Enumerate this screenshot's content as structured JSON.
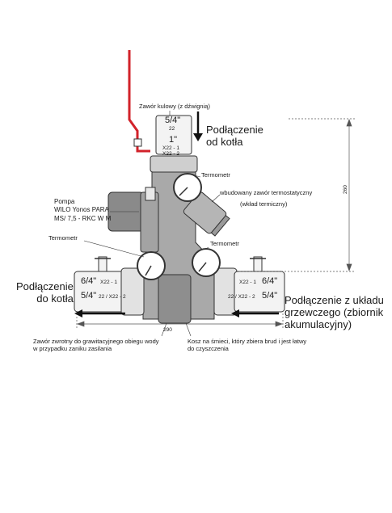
{
  "labels": {
    "ball_valve": "Zawór kulowy (z dźwignią)",
    "from_boiler": "Podłączenie\nod kotła",
    "thermometer_top": "Termometr",
    "thermostatic_valve_1": "wbudowany zawór termostatyczny",
    "thermostatic_valve_2": "(wkład termiczny)",
    "pump_1": "Pompa",
    "pump_2": "WILO Yonos PARA",
    "pump_3": "MS/ 7,5 - RKC W M",
    "thermometer_left": "Termometr",
    "thermometer_right": "Termometr",
    "to_boiler": "Podłączenie\ndo kotła",
    "from_system": "Podłączenie z układu\ngrzewczego (zbiornik\nakumulacyjny)",
    "check_valve": "Zawór zwrotny do grawitacyjnego obiegu wody\nw przypadku zaniku zasilania",
    "strainer": "Kosz na śmieci, który zbiera brud i jest łatwy\ndo czyszczenia"
  },
  "top_connection": {
    "size_a": "5/4\"",
    "code_a": "22",
    "size_b": "1\"",
    "code_b1": "X22 - 1",
    "code_b2": "X22 - 2"
  },
  "left_connection": {
    "size_a": "6/4\"",
    "code_a": "X22 - 1",
    "size_b": "5/4\"",
    "code_b": "22 / X22 - 2"
  },
  "right_connection": {
    "size_a": "6/4\"",
    "code_a": "X22 - 1",
    "size_b": "5/4\"",
    "code_b": "22 / X22 - 2"
  },
  "dimensions": {
    "height": "260",
    "width": "290"
  },
  "colors": {
    "handle": "#d2222a",
    "body": "#a9a9a9",
    "outline": "#333333"
  }
}
